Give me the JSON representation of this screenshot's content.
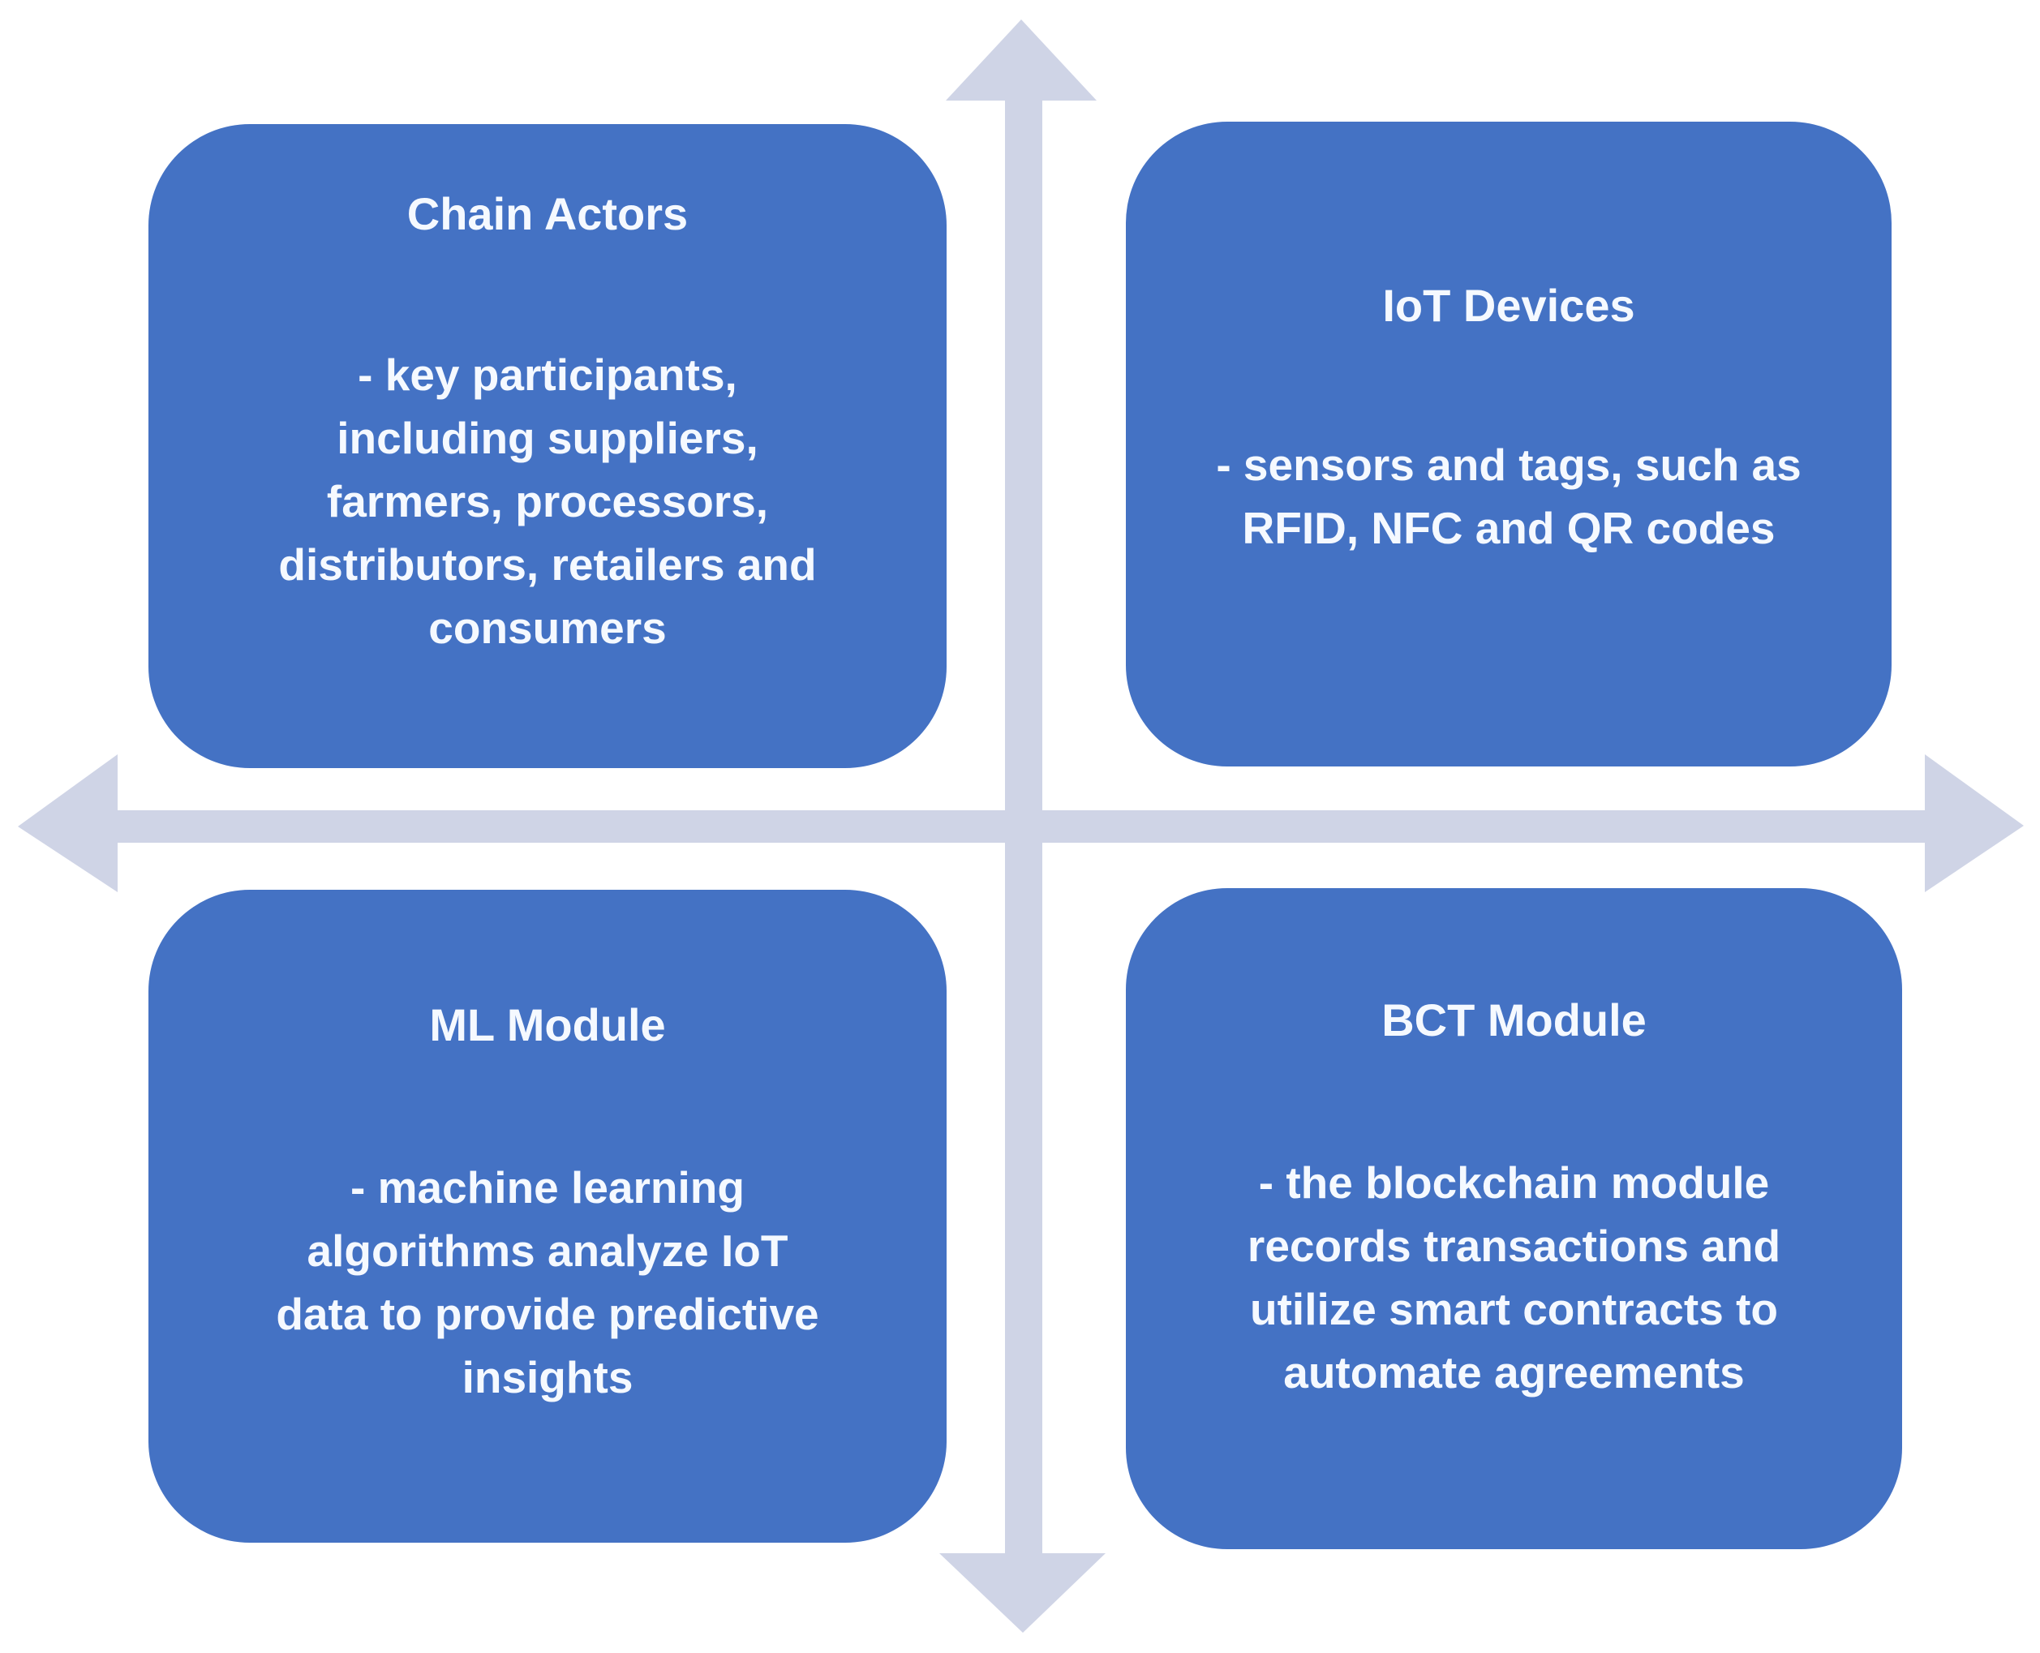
{
  "diagram": {
    "type": "quadrant-diagram",
    "colors": {
      "box_fill": "#4472C4",
      "box_text": "#F5F9FF",
      "cross_arrows": "#CFD4E6",
      "background": "#FFFFFF"
    },
    "icons": {
      "cross": "four-way-arrow-cross"
    },
    "quadrants": [
      {
        "id": "chain-actors",
        "position": "top-left",
        "title": "Chain Actors",
        "body": "- key participants,\nincluding suppliers,\nfarmers, processors,\ndistributors, retailers and\nconsumers"
      },
      {
        "id": "iot-devices",
        "position": "top-right",
        "title": "IoT Devices",
        "body": "- sensors and tags, such as\nRFID, NFC and QR codes"
      },
      {
        "id": "ml-module",
        "position": "bottom-left",
        "title": "ML Module",
        "body": "- machine learning\nalgorithms analyze IoT\ndata to provide predictive\ninsights"
      },
      {
        "id": "bct-module",
        "position": "bottom-right",
        "title": "BCT Module",
        "body": "- the blockchain module\nrecords transactions and\nutilize smart contracts to\nautomate agreements"
      }
    ]
  }
}
